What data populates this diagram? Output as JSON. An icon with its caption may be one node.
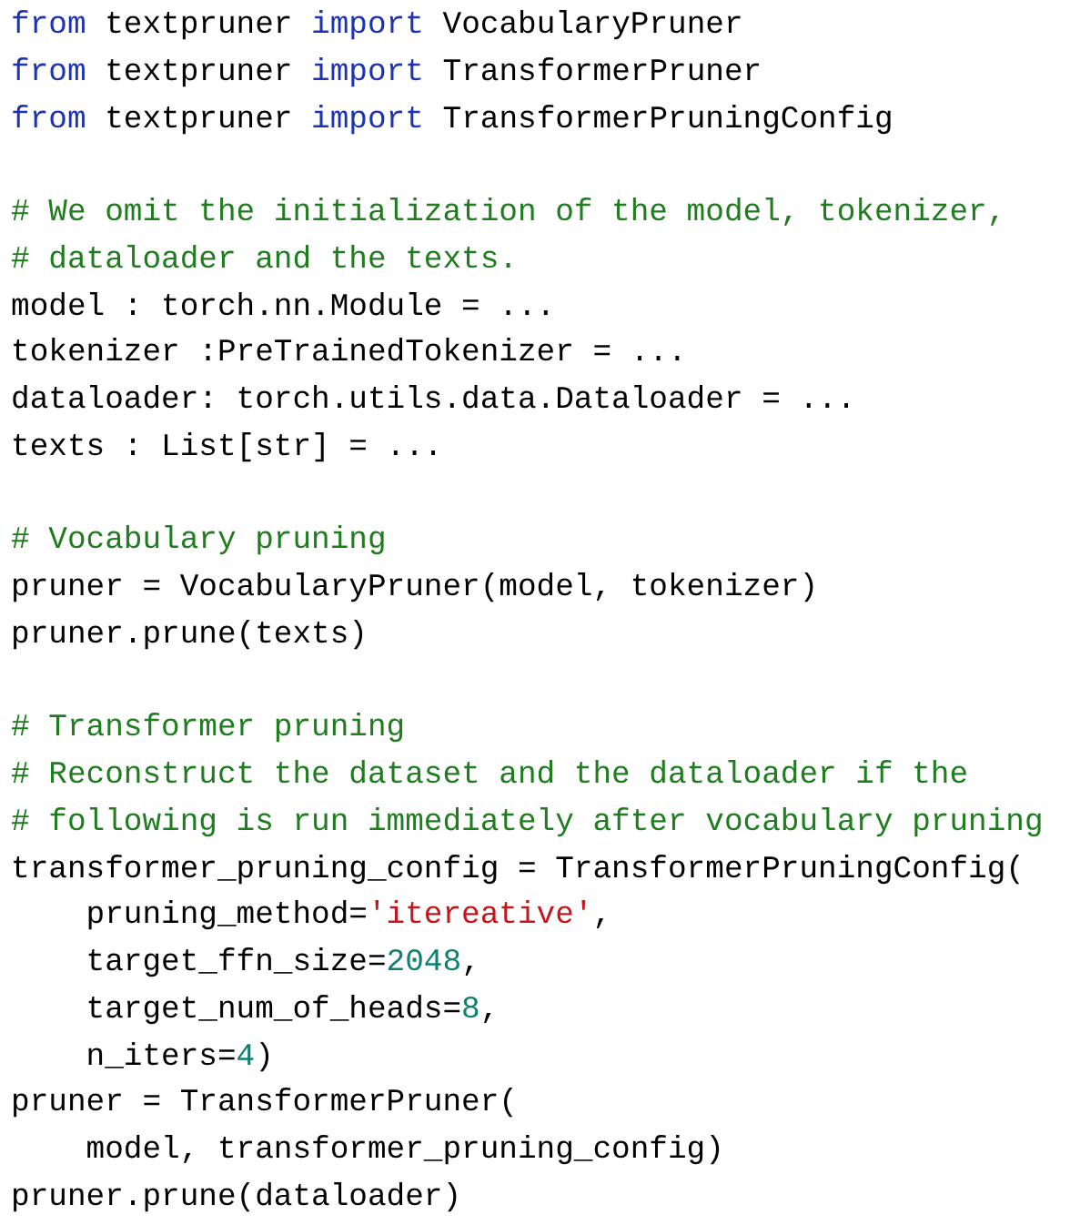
{
  "diagram": {
    "labels": [
      "from textpruner import VocabularyPruner",
      "from textpruner import TransformerPruner",
      "from textpruner import TransformerPruningConfig",
      "# We omit the initialization of the model, tokenizer,",
      "# dataloader and the texts.",
      "model : torch.nn.Module = ...",
      "tokenizer :PreTrainedTokenizer = ...",
      "dataloader: torch.utils.data.Dataloader = ...",
      "texts : List[str] = ...",
      "# Vocabulary pruning",
      "pruner = VocabularyPruner(model, tokenizer)",
      "pruner.prune(texts)",
      "# Transformer pruning",
      "# Reconstruct the dataset and the dataloader if the",
      "# following is run immediately after vocabulary pruning",
      "transformer_pruning_config = TransformerPruningConfig(",
      "    pruning_method='itereative',",
      "    target_ffn_size=2048,",
      "    target_num_of_heads=8,",
      "    n_iters=4)",
      "pruner = TransformerPruner(",
      "    model, transformer_pruning_config)",
      "pruner.prune(dataloader)"
    ]
  }
}
